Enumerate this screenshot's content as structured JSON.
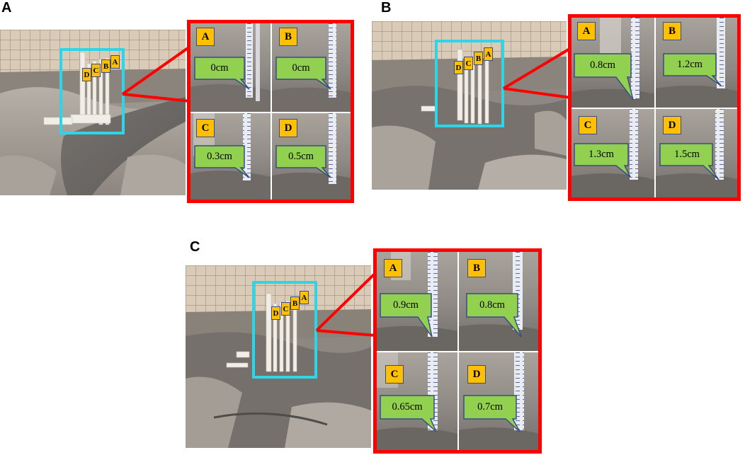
{
  "panels": [
    {
      "letter": "A",
      "marker_labels": [
        "D",
        "C",
        "B",
        "A"
      ],
      "cells": [
        {
          "label": "A",
          "value": "0cm"
        },
        {
          "label": "B",
          "value": "0cm"
        },
        {
          "label": "C",
          "value": "0.3cm"
        },
        {
          "label": "D",
          "value": "0.5cm"
        }
      ]
    },
    {
      "letter": "B",
      "marker_labels": [
        "D",
        "C",
        "B",
        "A"
      ],
      "cells": [
        {
          "label": "A",
          "value": "0.8cm"
        },
        {
          "label": "B",
          "value": "1.2cm"
        },
        {
          "label": "C",
          "value": "1.3cm"
        },
        {
          "label": "D",
          "value": "1.5cm"
        }
      ]
    },
    {
      "letter": "C",
      "marker_labels": [
        "D",
        "C",
        "B",
        "A"
      ],
      "cells": [
        {
          "label": "A",
          "value": "0.9cm"
        },
        {
          "label": "B",
          "value": "0.8cm"
        },
        {
          "label": "C",
          "value": "0.65cm"
        },
        {
          "label": "D",
          "value": "0.7cm"
        }
      ]
    }
  ],
  "colors": {
    "zoom_border": "#ff0000",
    "highlight_box": "#2fd4e6",
    "label_tag": "#ffc000",
    "callout": "#92d050",
    "callout_border": "#3b4a8a"
  }
}
